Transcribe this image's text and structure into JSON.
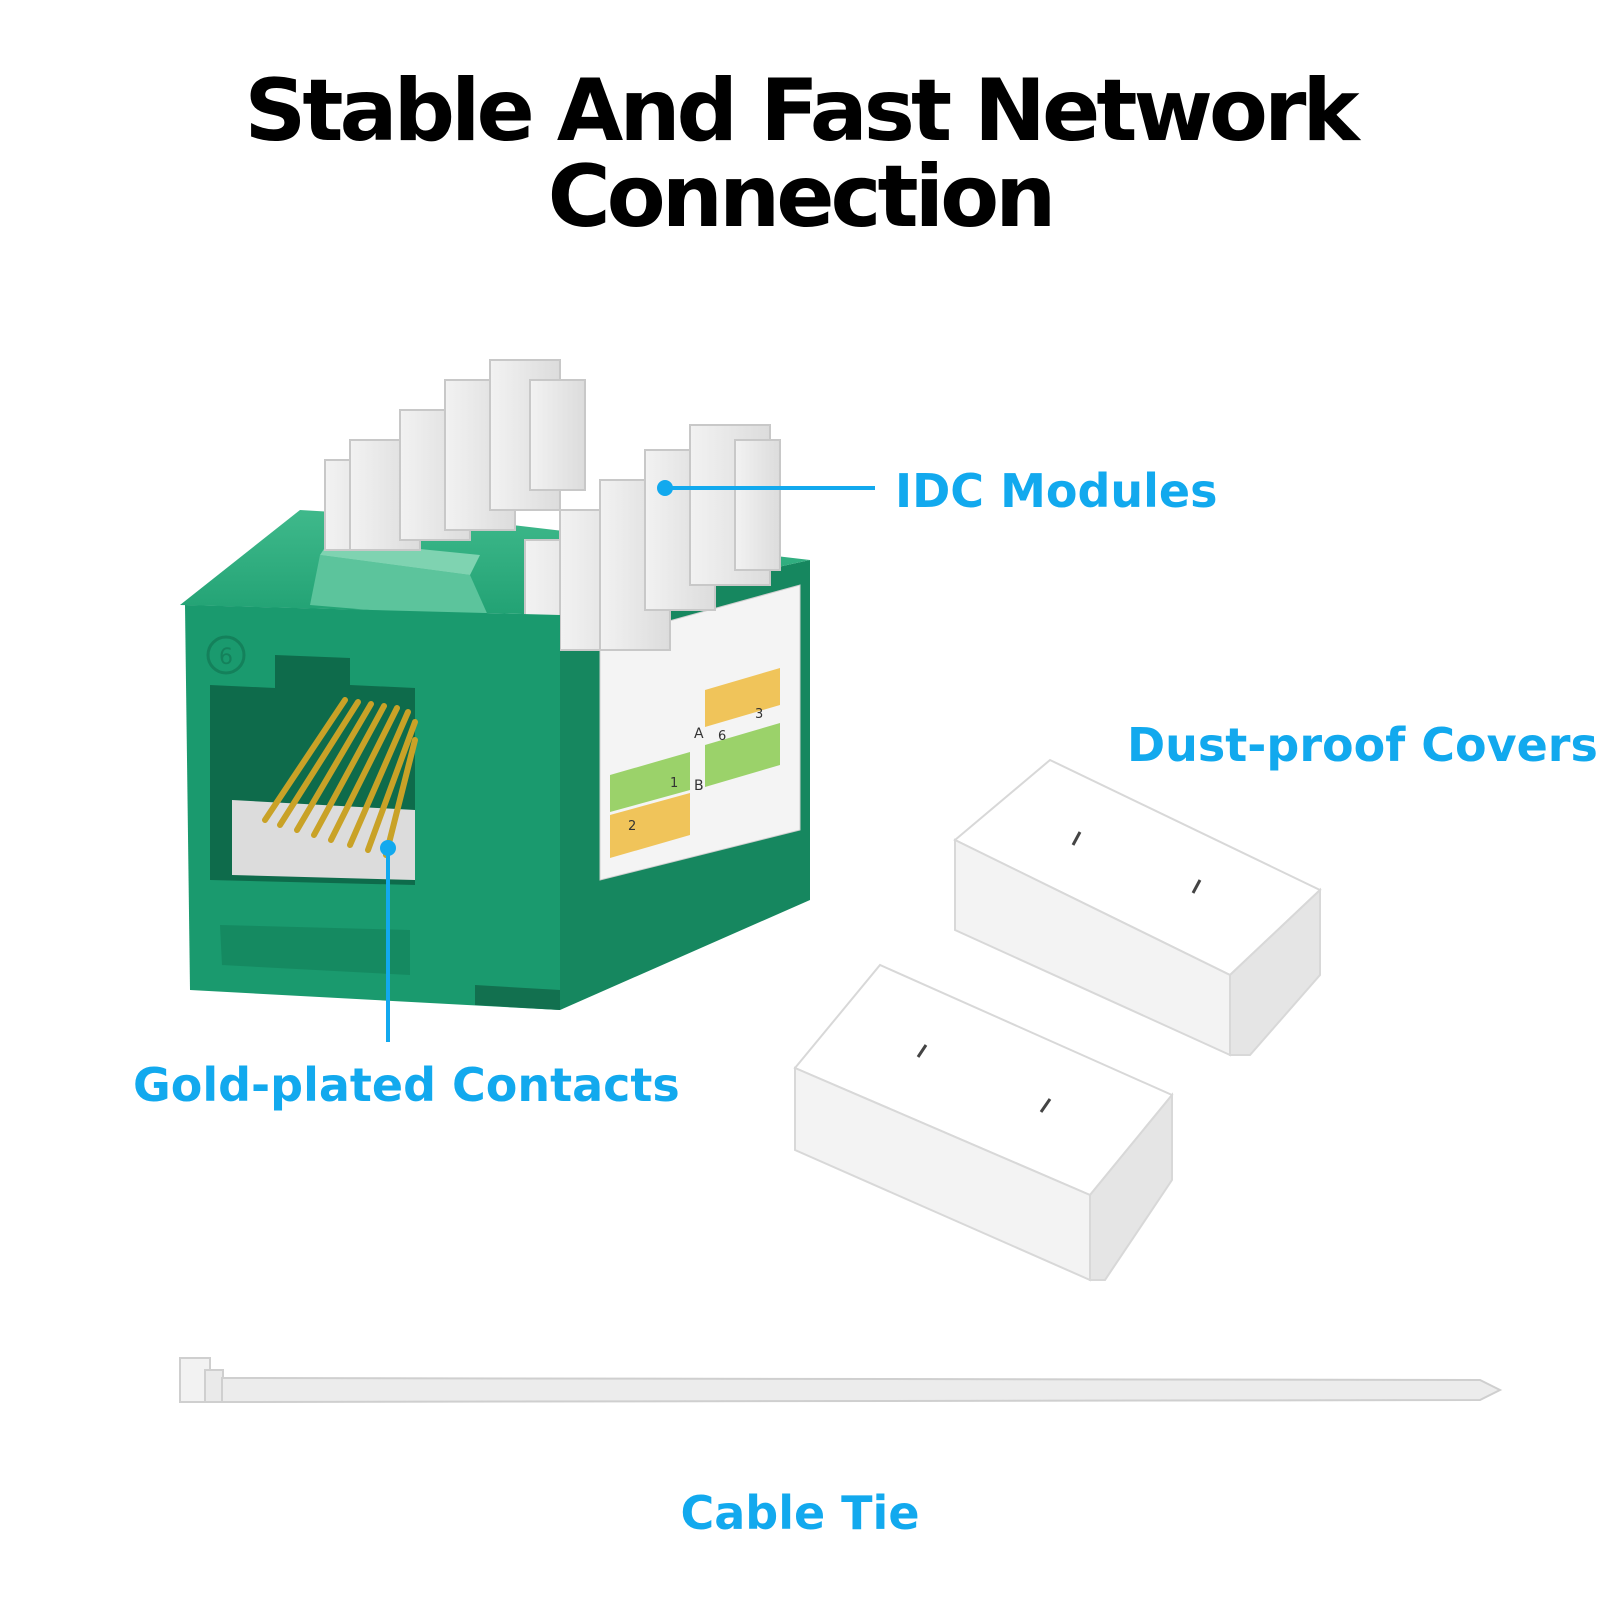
{
  "title": "Stable And Fast Network Connection",
  "labels": {
    "idc_modules": "IDC Modules",
    "dust_covers": "Dust-proof Covers",
    "gold_contacts": "Gold-plated Contacts",
    "cable_tie": "Cable Tie"
  },
  "jack_markings": {
    "row_a": "A",
    "row_b": "B",
    "pin_1": "1",
    "pin_2": "2",
    "pin_3": "3",
    "pin_6": "6",
    "badge": "6"
  },
  "colors": {
    "accent": "#12a9ee",
    "jack_green": "#1a9a6e",
    "headline": "#000000"
  }
}
